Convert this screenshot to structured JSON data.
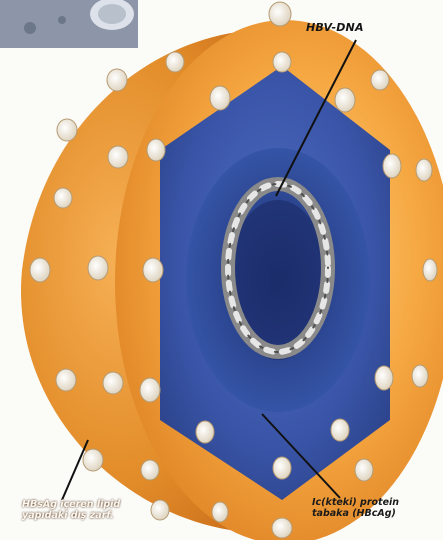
{
  "labels": {
    "dna": "HBV-DNA",
    "outer_line1": "HBsAg içeren lipid",
    "outer_line2": "yapıdaki dış zarf.",
    "inner_line1": "Ic(kteki) protein",
    "inner_line2": "tabaka (HBcAg)"
  },
  "colors": {
    "envelope_outer": "#e3902e",
    "envelope_inner": "#f2a23e",
    "capsid_outer": "#3d56a5",
    "capsid_inner": "#2c4290",
    "core": "#243a80",
    "dna_ring": "#c9c9c9",
    "pores": "#f7f1e4"
  }
}
